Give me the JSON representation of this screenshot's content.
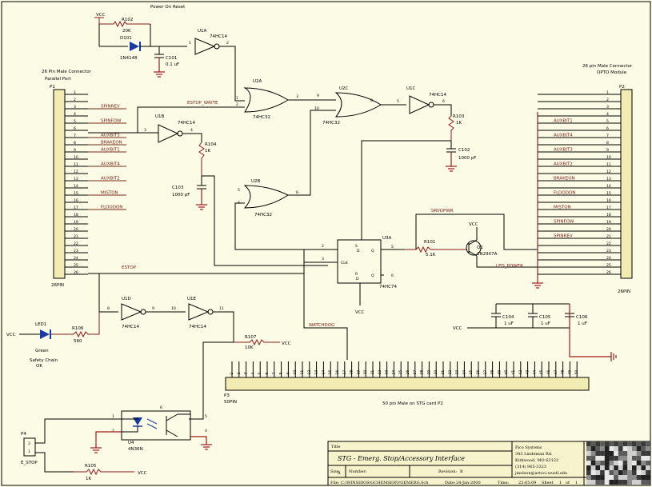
{
  "title_block": {
    "title_label": "Title",
    "title": "STG - Emerg. Stop/Accessory Interface",
    "size_label": "Size:",
    "size": "A",
    "number_label": "Number:",
    "revision_label": "Revision:",
    "revision": "B",
    "file_label": "File:",
    "file": "C:\\WINSIDOS\\GCHEMSER\\VOEMERG.Sch",
    "date_label": "Date:",
    "date": "24-Jan-2000",
    "time_label": "Time:",
    "time": "23:05:09",
    "sheet_label": "Sheet",
    "sheet": "1",
    "of_label": "of",
    "of": "1",
    "company": [
      "Pico Systems",
      "343 Lindeman Rd.",
      "Kirkwood, MO 63122",
      "(314) 965-3323",
      "jmelson@artsci.wustl.edu"
    ]
  },
  "headers": {
    "power_on_reset": "Power On Reset",
    "left_connector": [
      "26 Pin Male Connector",
      "Parallel Port"
    ],
    "right_connector": [
      "26 pin Male Connector",
      "OPTO Module"
    ],
    "bottom_connector": "50 pin Male on STG card P2"
  },
  "components": {
    "r102": [
      "R102",
      "20K"
    ],
    "d101": [
      "D101",
      "1N4148"
    ],
    "c101": [
      "C101",
      "0.1 uF"
    ],
    "u1a": [
      "U1A",
      "74HC14"
    ],
    "u1b": [
      "U1B",
      "74HC14"
    ],
    "u1c": [
      "U1C",
      "74HC14"
    ],
    "u1d": [
      "U1D",
      "74HC14"
    ],
    "u1e": [
      "U1E",
      "74HC14"
    ],
    "u2a": [
      "U2A",
      "74HC32"
    ],
    "u2b": [
      "U2B",
      "74HC32"
    ],
    "u2c": [
      "U2C",
      "74HC32"
    ],
    "u3a": [
      "U3A",
      "74HC74"
    ],
    "r103": [
      "R103",
      "1K"
    ],
    "c102": [
      "C102",
      "1000 pF"
    ],
    "r104": [
      "R104",
      "1K"
    ],
    "c103": [
      "C103",
      "1000 pF"
    ],
    "r101": [
      "R101",
      "5.1K"
    ],
    "q1": [
      "Q1",
      "2N2907A"
    ],
    "led1": [
      "LED1",
      "Green",
      "Safety Chain",
      "OK"
    ],
    "r106": [
      "R106",
      "560"
    ],
    "r107": [
      "R107",
      "10K"
    ],
    "c104": [
      "C104",
      "1 uF"
    ],
    "c105": [
      "C105",
      "1 uF"
    ],
    "c106": [
      "C106",
      "1 uF"
    ],
    "u4": [
      "U4",
      "4N36N"
    ],
    "r105": [
      "R105",
      "1K"
    ],
    "p1": [
      "P1",
      "26PIN"
    ],
    "p2": [
      "P2",
      "26PIN"
    ],
    "p3": [
      "P3",
      "50PIN"
    ],
    "p4": [
      "P4",
      "E_STOP"
    ]
  },
  "nets": {
    "vcc": "VCC",
    "estop_write": "ESTOP_WRITE",
    "estop": "ESTOP",
    "srvopwr": "SRVOPWR",
    "led_power": "LED_POWER",
    "watchdog": "WATCHDOG",
    "clk": "CLK"
  },
  "p1_signals": [
    {
      "pin": "3",
      "net": "SPINREV"
    },
    {
      "pin": "5",
      "net": "SPINFOW"
    },
    {
      "pin": "7",
      "net": "AUXBIT3"
    },
    {
      "pin": "8",
      "net": "BRAKEON"
    },
    {
      "pin": "9",
      "net": "AUXBIT1"
    },
    {
      "pin": "11",
      "net": "AUXBIT4"
    },
    {
      "pin": "13",
      "net": "AUXBIT2"
    },
    {
      "pin": "15",
      "net": "MISTON"
    },
    {
      "pin": "17",
      "net": "FLOODON"
    }
  ],
  "p2_signals": [
    {
      "pin": "5",
      "net": "AUXBIT1"
    },
    {
      "pin": "7",
      "net": "AUXBIT4"
    },
    {
      "pin": "9",
      "net": "AUXBIT3"
    },
    {
      "pin": "11",
      "net": "AUXBIT2"
    },
    {
      "pin": "13",
      "net": "BRAKEON"
    },
    {
      "pin": "15",
      "net": "FLOODON"
    },
    {
      "pin": "17",
      "net": "MISTON"
    },
    {
      "pin": "19",
      "net": "SPINFOW"
    },
    {
      "pin": "21",
      "net": "SPINREV"
    }
  ],
  "pin_numbers_26": [
    "1",
    "2",
    "3",
    "4",
    "5",
    "6",
    "7",
    "8",
    "9",
    "10",
    "11",
    "12",
    "13",
    "14",
    "15",
    "16",
    "17",
    "18",
    "19",
    "20",
    "21",
    "22",
    "23",
    "24",
    "25",
    "26"
  ]
}
